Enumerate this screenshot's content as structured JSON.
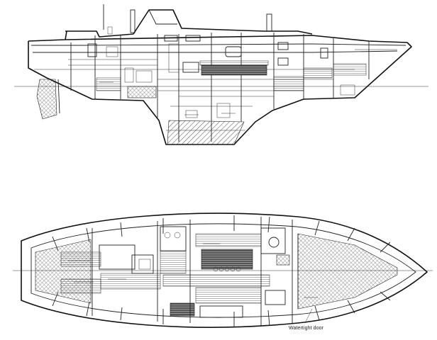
{
  "drawing": {
    "views": [
      "profile",
      "plan"
    ],
    "labels": {
      "watertight_door": "Watertight door"
    }
  }
}
